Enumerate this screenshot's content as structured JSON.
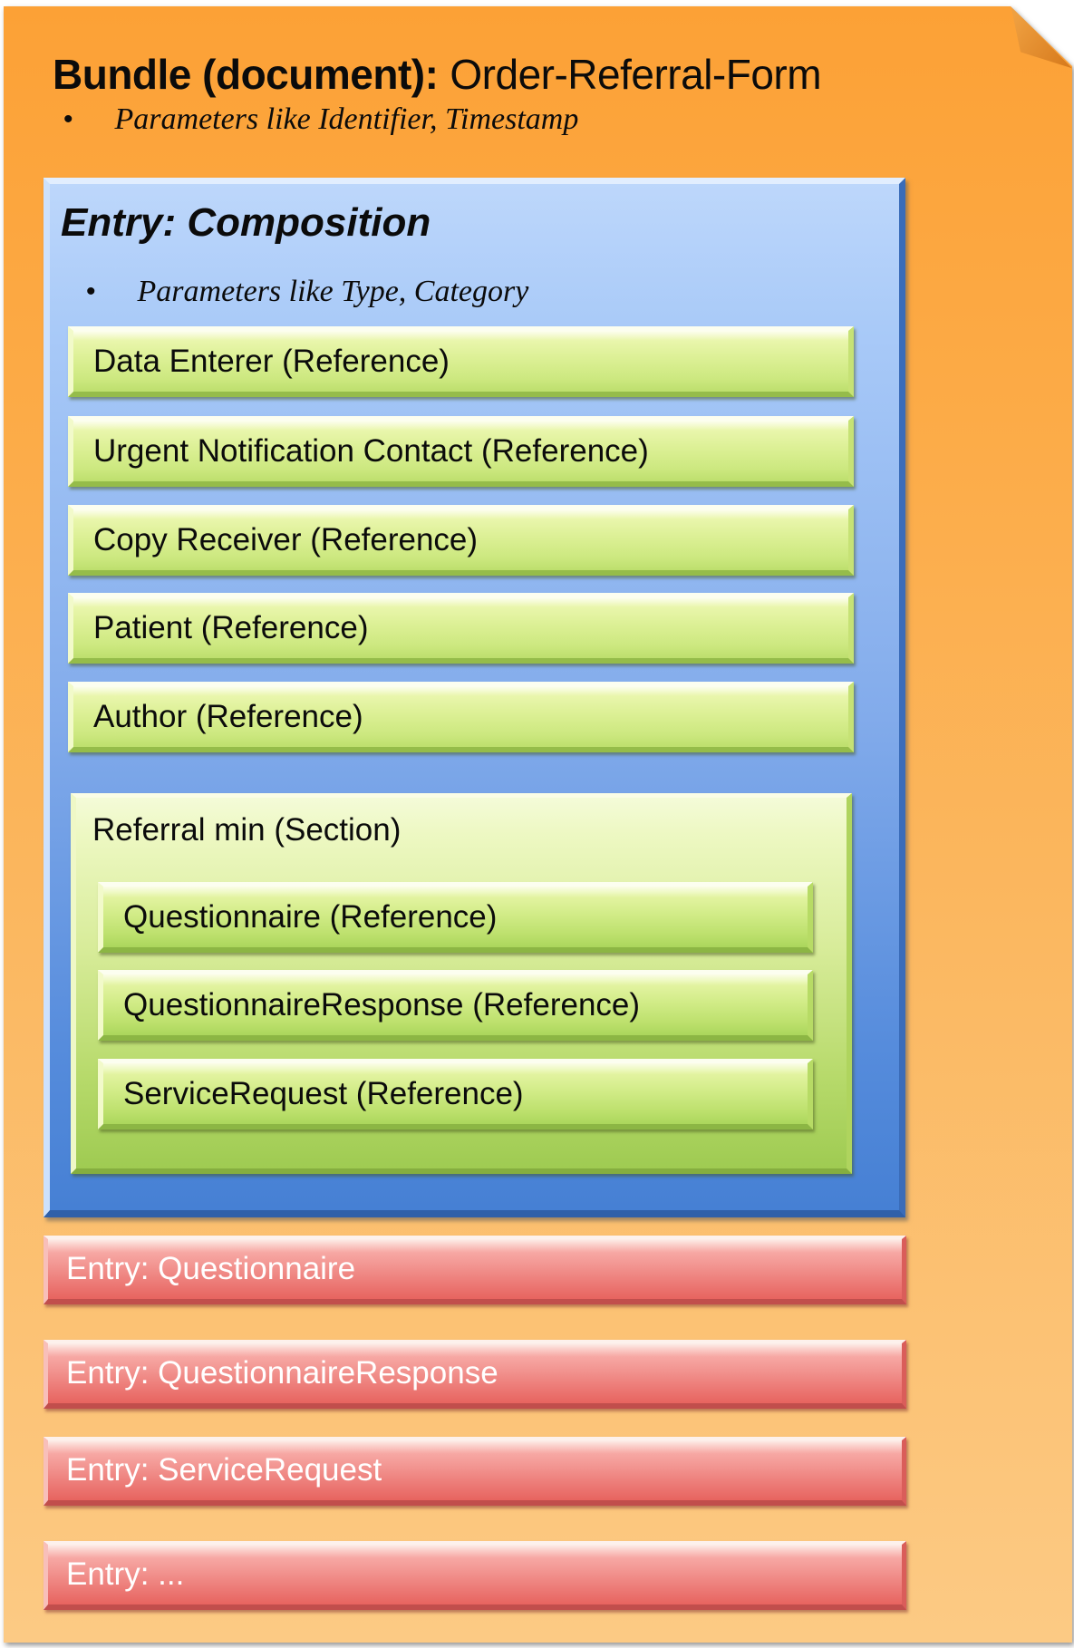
{
  "bundle": {
    "title_bold": "Bundle (document):",
    "title_name": "Order-Referral-Form",
    "bullet_glyph": "•",
    "bullet": "Parameters like Identifier, Timestamp"
  },
  "composition": {
    "title": "Entry: Composition",
    "bullet_glyph": "•",
    "bullet": "Parameters like Type, Category",
    "references": [
      "Data Enterer (Reference)",
      "Urgent Notification Contact (Reference)",
      "Copy Receiver (Reference)",
      "Patient (Reference)",
      "Author (Reference)"
    ],
    "section": {
      "title": "Referral min (Section)",
      "references": [
        "Questionnaire (Reference)",
        "QuestionnaireResponse (Reference)",
        "ServiceRequest (Reference)"
      ]
    }
  },
  "entries": [
    "Entry: Questionnaire",
    "Entry: QuestionnaireResponse",
    "Entry: ServiceRequest",
    "Entry: ..."
  ],
  "colors": {
    "page_orange_top": "#FCA136",
    "page_orange_bottom": "#FCCA84",
    "fold_orange": "#D87C1E",
    "composition_blue_top": "#A9CAF8",
    "composition_blue_bottom": "#4680D4",
    "reference_green_top": "#E9F6AC",
    "reference_green_bottom": "#BDDF6D",
    "section_green_top": "#EDF8C2",
    "section_green_bottom": "#9FCB52",
    "entry_red_top": "#F7A8A4",
    "entry_red_bottom": "#E7645F",
    "text_dark": "#0B0B0B",
    "text_light": "#FFFFFF"
  }
}
